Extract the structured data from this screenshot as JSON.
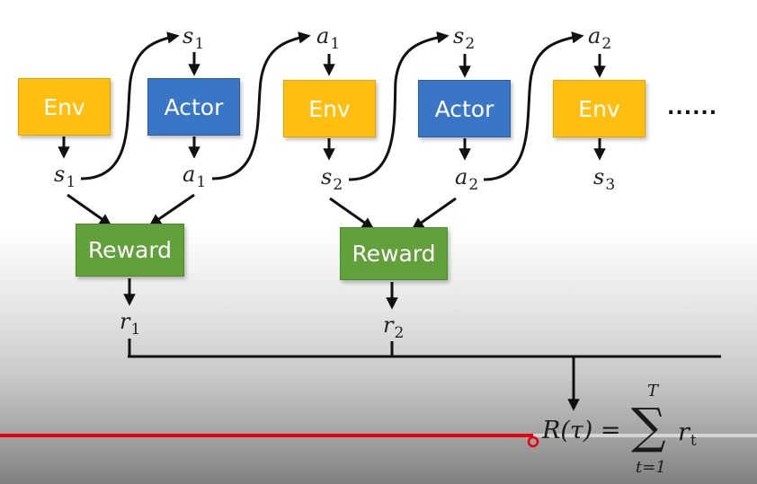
{
  "boxes": {
    "env1": "Env",
    "actor1": "Actor",
    "env2": "Env",
    "actor2": "Actor",
    "env3": "Env",
    "reward1": "Reward",
    "reward2": "Reward"
  },
  "symbols": {
    "s1_top": {
      "base": "s",
      "sub": "1"
    },
    "a1_top": {
      "base": "a",
      "sub": "1"
    },
    "s2_top": {
      "base": "s",
      "sub": "2"
    },
    "a2_top": {
      "base": "a",
      "sub": "2"
    },
    "s1": {
      "base": "s",
      "sub": "1"
    },
    "a1": {
      "base": "a",
      "sub": "1"
    },
    "s2": {
      "base": "s",
      "sub": "2"
    },
    "a2": {
      "base": "a",
      "sub": "2"
    },
    "s3": {
      "base": "s",
      "sub": "3"
    },
    "r1": {
      "base": "r",
      "sub": "1"
    },
    "r2": {
      "base": "r",
      "sub": "2"
    }
  },
  "ellipsis": "......",
  "formula": {
    "lhs": "R(τ) =",
    "sum_symbol": "∑",
    "upper": "T",
    "lower": "t=1",
    "term_base": "r",
    "term_sub": "t"
  },
  "colors": {
    "env": "#ffbe10",
    "actor": "#3a76c8",
    "reward": "#62a03c",
    "progress": "#e8000b"
  }
}
